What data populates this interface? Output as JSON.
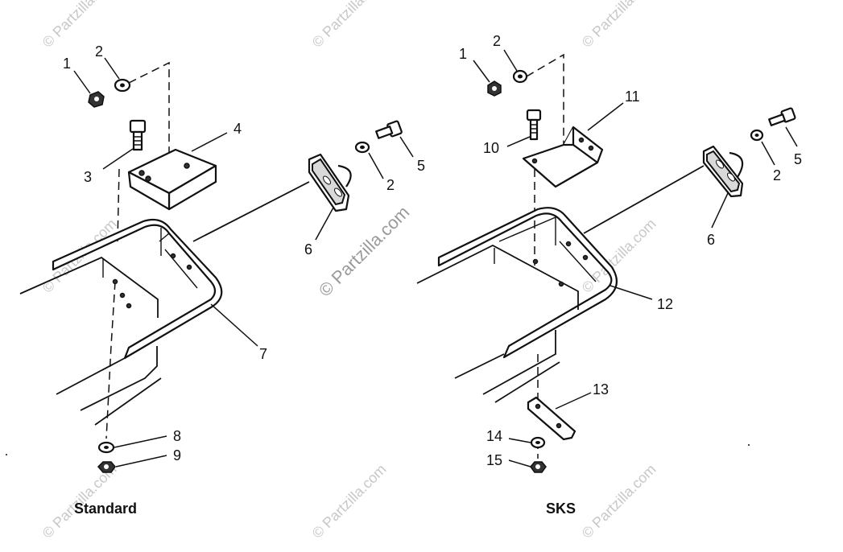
{
  "watermark": {
    "text": "© Partzilla.com",
    "center_text": "© Partzilla.com"
  },
  "standard": {
    "caption": "Standard",
    "callouts": [
      "1",
      "2",
      "3",
      "4",
      "5",
      "2",
      "6",
      "7",
      "8",
      "9"
    ]
  },
  "sks": {
    "caption": "SKS",
    "callouts": [
      "1",
      "2",
      "11",
      "10",
      "5",
      "2",
      "6",
      "12",
      "13",
      "14",
      "15"
    ]
  }
}
